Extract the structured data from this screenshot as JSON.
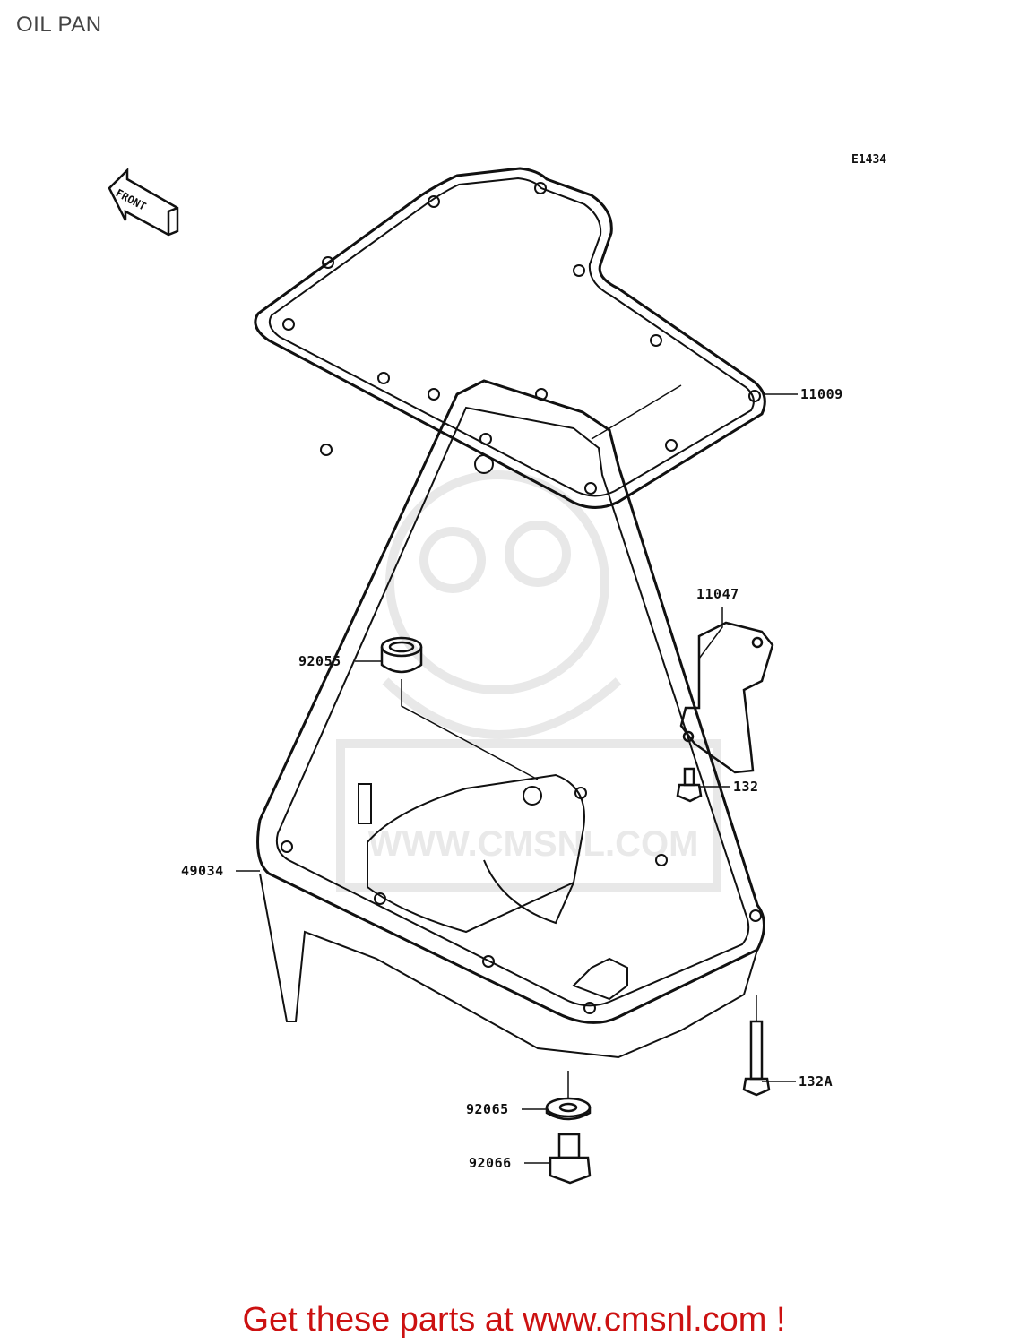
{
  "title": "OIL PAN",
  "diagram_code": "E1434",
  "front_indicator": "FRONT",
  "watermark_text": "WWW.CMSNL.COM",
  "parts": [
    {
      "ref": "11009"
    },
    {
      "ref": "11047"
    },
    {
      "ref": "92055"
    },
    {
      "ref": "132"
    },
    {
      "ref": "49034"
    },
    {
      "ref": "132A"
    },
    {
      "ref": "92065"
    },
    {
      "ref": "92066"
    }
  ],
  "footer": {
    "text": "Get these parts at www.cmsnl.com !",
    "color": "#cc1111"
  }
}
